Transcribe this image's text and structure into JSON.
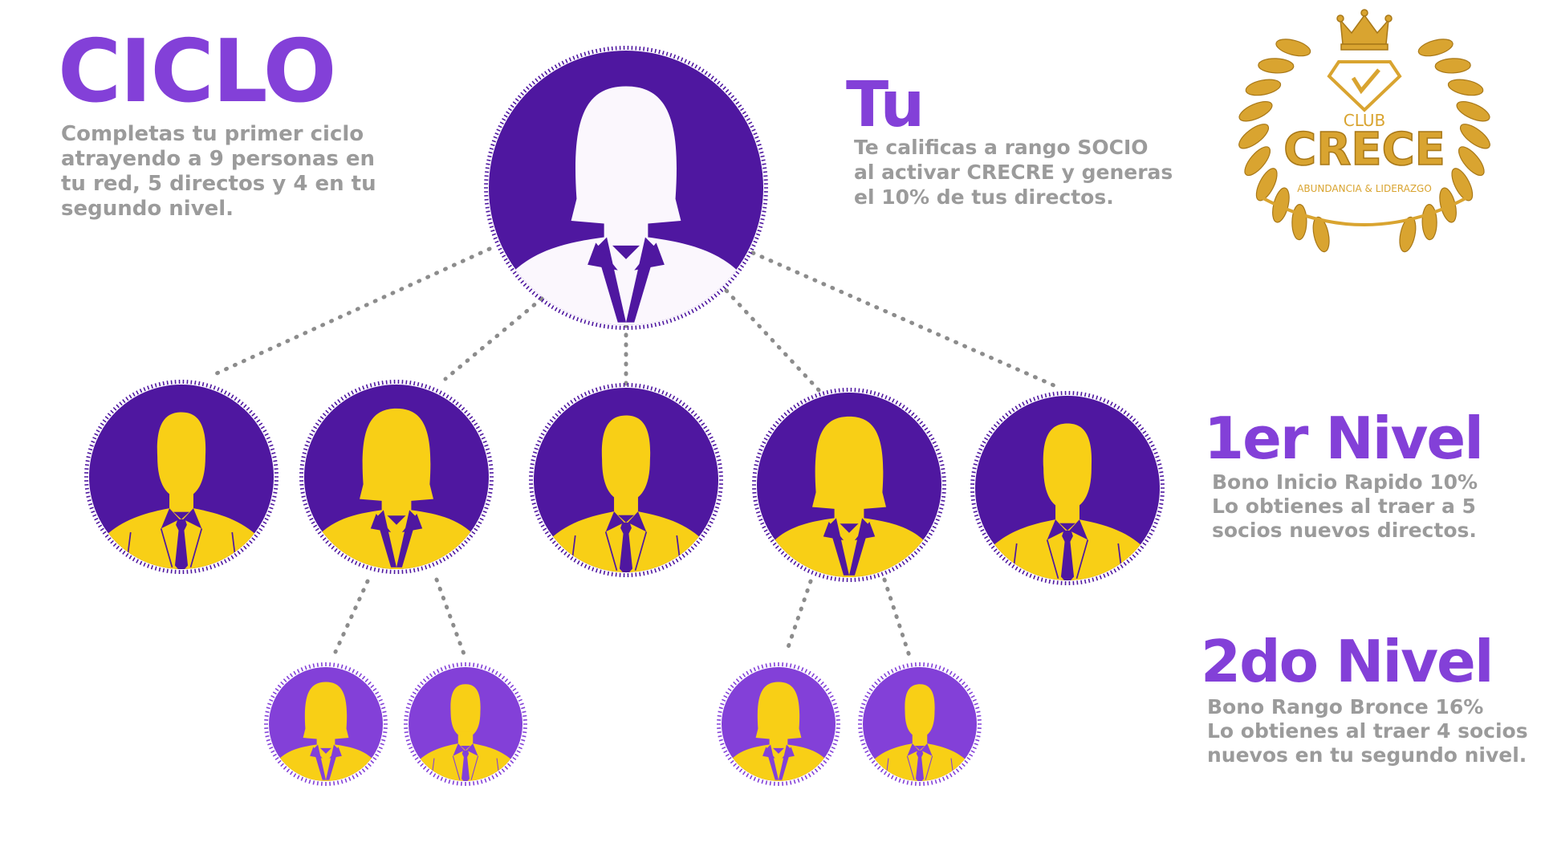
{
  "colors": {
    "dark_purple": "#4f17a0",
    "light_purple": "#8340d8",
    "yellow": "#f8cf16",
    "white_silhouette": "#fbf7fd",
    "connector": "#8c8c8c",
    "text_gray": "#9b9b9b",
    "gold": "#d9a430"
  },
  "ciclo": {
    "title": "CICLO",
    "lines": [
      "Completas tu primer ciclo",
      "atrayendo a 9 personas en",
      "tu red, 5 directos y 4 en tu",
      "segundo nivel."
    ]
  },
  "tu": {
    "title": "Tu",
    "lines": [
      "Te calificas a rango SOCIO",
      "al activar CRECRE y generas",
      "el 10% de tus directos."
    ]
  },
  "nivel1": {
    "title": "1er Nivel",
    "lines": [
      "Bono Inicio Rapido 10%",
      "Lo obtienes al traer a 5",
      "socios nuevos directos."
    ]
  },
  "nivel2": {
    "title": "2do Nivel",
    "lines": [
      "Bono Rango Bronce 16%",
      "Lo obtienes al traer 4 socios",
      "nuevos en tu segundo nivel."
    ]
  },
  "logo": {
    "club": "CLUB",
    "name": "CRECE",
    "tagline": "ABUNDANCIA & LIDERAZGO"
  },
  "tree": {
    "root": {
      "gender": "female",
      "level": 0
    },
    "level1": [
      {
        "gender": "male",
        "children": []
      },
      {
        "gender": "female",
        "children": [
          "female",
          "male"
        ]
      },
      {
        "gender": "male",
        "children": []
      },
      {
        "gender": "female",
        "children": [
          "female",
          "male"
        ]
      },
      {
        "gender": "male",
        "children": []
      }
    ]
  }
}
